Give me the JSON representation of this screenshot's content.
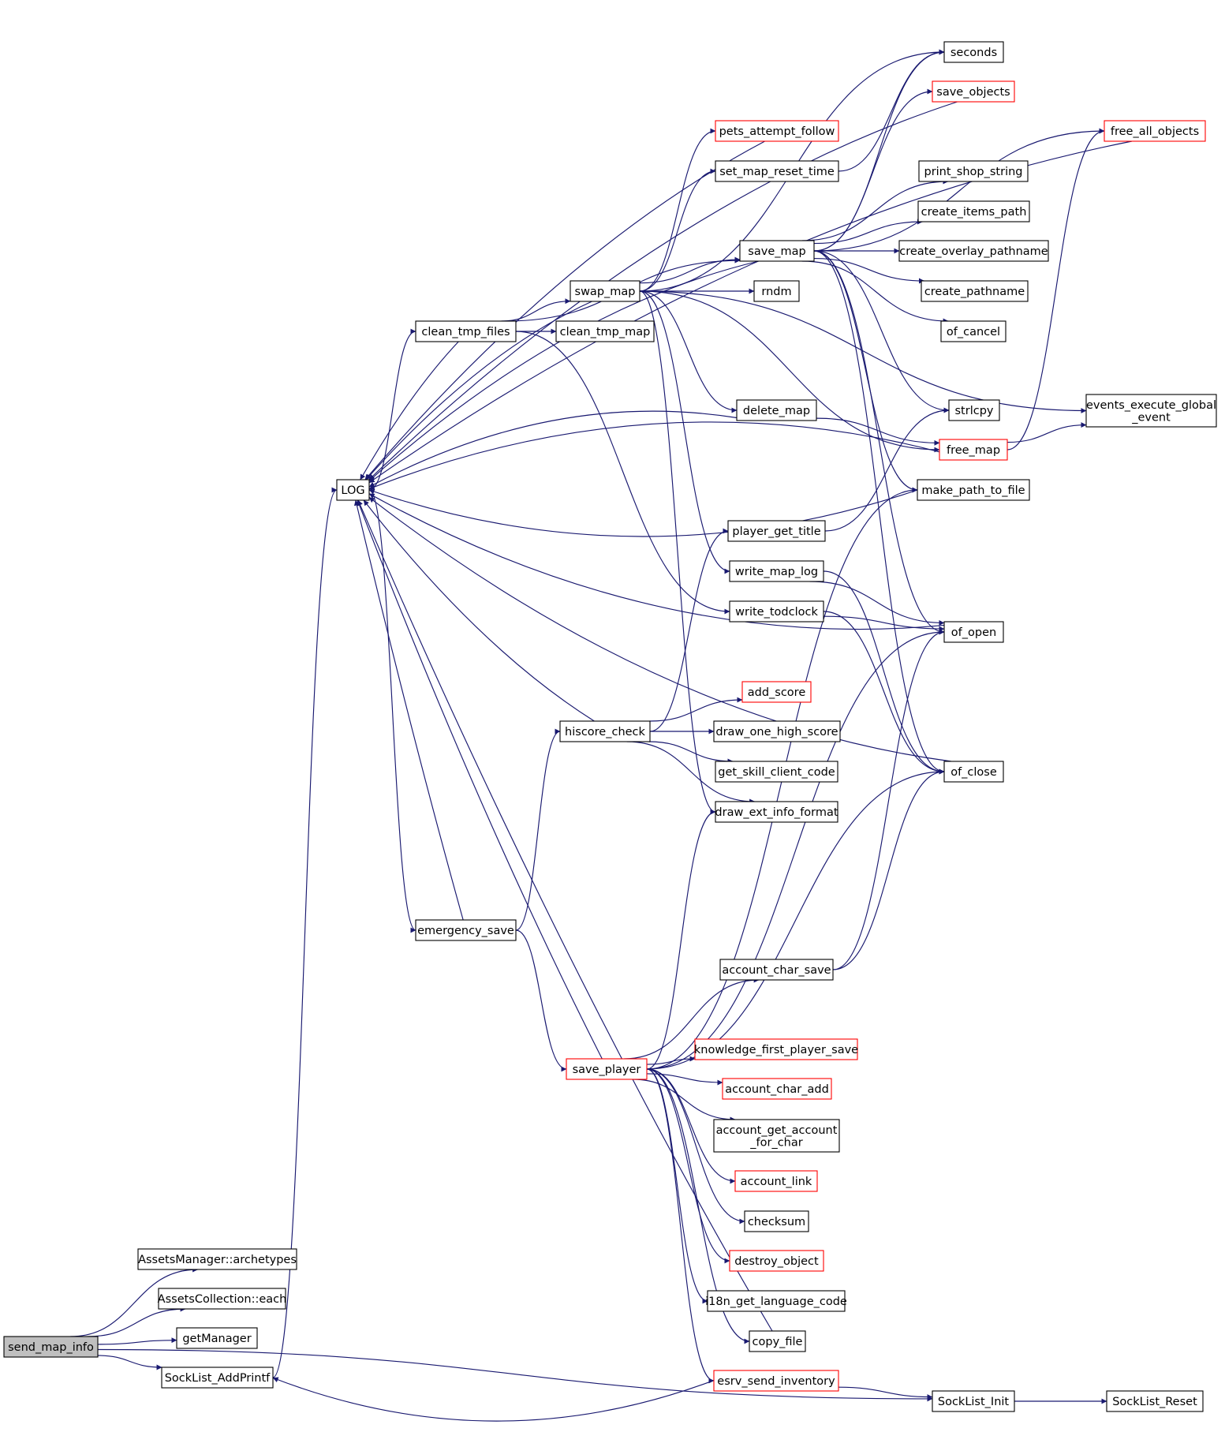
{
  "colors": {
    "edge": "#191970",
    "node_border": "#000000",
    "node_border_incomplete": "#ff0000",
    "node_fill": "#ffffff",
    "root_fill": "#bfbfbf",
    "text": "#000000"
  },
  "nodes": [
    {
      "id": "send_map_info",
      "lines": [
        "send_map_info"
      ],
      "style": "root"
    },
    {
      "id": "archetypes",
      "lines": [
        "AssetsManager::archetypes"
      ],
      "style": "normal"
    },
    {
      "id": "each",
      "lines": [
        "AssetsCollection::each"
      ],
      "style": "normal"
    },
    {
      "id": "getManager",
      "lines": [
        "getManager"
      ],
      "style": "normal"
    },
    {
      "id": "SockList_AddPrintf",
      "lines": [
        "SockList_AddPrintf"
      ],
      "style": "normal"
    },
    {
      "id": "LOG",
      "lines": [
        "LOG"
      ],
      "style": "normal"
    },
    {
      "id": "clean_tmp_files",
      "lines": [
        "clean_tmp_files"
      ],
      "style": "normal"
    },
    {
      "id": "emergency_save",
      "lines": [
        "emergency_save"
      ],
      "style": "normal"
    },
    {
      "id": "swap_map",
      "lines": [
        "swap_map"
      ],
      "style": "normal"
    },
    {
      "id": "clean_tmp_map",
      "lines": [
        "clean_tmp_map"
      ],
      "style": "normal"
    },
    {
      "id": "hiscore_check",
      "lines": [
        "hiscore_check"
      ],
      "style": "normal"
    },
    {
      "id": "save_player",
      "lines": [
        "save_player"
      ],
      "style": "incomplete"
    },
    {
      "id": "pets_attempt_follow",
      "lines": [
        "pets_attempt_follow"
      ],
      "style": "incomplete"
    },
    {
      "id": "set_map_reset_time",
      "lines": [
        "set_map_reset_time"
      ],
      "style": "normal"
    },
    {
      "id": "save_map",
      "lines": [
        "save_map"
      ],
      "style": "normal"
    },
    {
      "id": "rndm",
      "lines": [
        "rndm"
      ],
      "style": "normal"
    },
    {
      "id": "delete_map",
      "lines": [
        "delete_map"
      ],
      "style": "normal"
    },
    {
      "id": "player_get_title",
      "lines": [
        "player_get_title"
      ],
      "style": "normal"
    },
    {
      "id": "write_map_log",
      "lines": [
        "write_map_log"
      ],
      "style": "normal"
    },
    {
      "id": "write_todclock",
      "lines": [
        "write_todclock"
      ],
      "style": "normal"
    },
    {
      "id": "add_score",
      "lines": [
        "add_score"
      ],
      "style": "incomplete"
    },
    {
      "id": "draw_one_high_score",
      "lines": [
        "draw_one_high_score"
      ],
      "style": "normal"
    },
    {
      "id": "get_skill_client_code",
      "lines": [
        "get_skill_client_code"
      ],
      "style": "normal"
    },
    {
      "id": "draw_ext_info_format",
      "lines": [
        "draw_ext_info_format"
      ],
      "style": "normal"
    },
    {
      "id": "account_char_save",
      "lines": [
        "account_char_save"
      ],
      "style": "normal"
    },
    {
      "id": "knowledge_first_player_save",
      "lines": [
        "knowledge_first_player_save"
      ],
      "style": "incomplete"
    },
    {
      "id": "account_char_add",
      "lines": [
        "account_char_add"
      ],
      "style": "incomplete"
    },
    {
      "id": "account_get_account_for_char",
      "lines": [
        "account_get_account",
        "_for_char"
      ],
      "style": "normal"
    },
    {
      "id": "account_link",
      "lines": [
        "account_link"
      ],
      "style": "incomplete"
    },
    {
      "id": "checksum",
      "lines": [
        "checksum"
      ],
      "style": "normal"
    },
    {
      "id": "destroy_object",
      "lines": [
        "destroy_object"
      ],
      "style": "incomplete"
    },
    {
      "id": "i18n_get_language_code",
      "lines": [
        "i18n_get_language_code"
      ],
      "style": "normal"
    },
    {
      "id": "copy_file",
      "lines": [
        "copy_file"
      ],
      "style": "normal"
    },
    {
      "id": "esrv_send_inventory",
      "lines": [
        "esrv_send_inventory"
      ],
      "style": "incomplete"
    },
    {
      "id": "seconds",
      "lines": [
        "seconds"
      ],
      "style": "normal"
    },
    {
      "id": "save_objects",
      "lines": [
        "save_objects"
      ],
      "style": "incomplete"
    },
    {
      "id": "free_all_objects",
      "lines": [
        "free_all_objects"
      ],
      "style": "incomplete"
    },
    {
      "id": "print_shop_string",
      "lines": [
        "print_shop_string"
      ],
      "style": "normal"
    },
    {
      "id": "create_items_path",
      "lines": [
        "create_items_path"
      ],
      "style": "normal"
    },
    {
      "id": "create_overlay_pathname",
      "lines": [
        "create_overlay_pathname"
      ],
      "style": "normal"
    },
    {
      "id": "create_pathname",
      "lines": [
        "create_pathname"
      ],
      "style": "normal"
    },
    {
      "id": "of_cancel",
      "lines": [
        "of_cancel"
      ],
      "style": "normal"
    },
    {
      "id": "strlcpy",
      "lines": [
        "strlcpy"
      ],
      "style": "normal"
    },
    {
      "id": "events_execute_global_event",
      "lines": [
        "events_execute_global",
        "_event"
      ],
      "style": "normal"
    },
    {
      "id": "free_map",
      "lines": [
        "free_map"
      ],
      "style": "incomplete"
    },
    {
      "id": "make_path_to_file",
      "lines": [
        "make_path_to_file"
      ],
      "style": "normal"
    },
    {
      "id": "of_open",
      "lines": [
        "of_open"
      ],
      "style": "normal"
    },
    {
      "id": "of_close",
      "lines": [
        "of_close"
      ],
      "style": "normal"
    },
    {
      "id": "SockList_Init",
      "lines": [
        "SockList_Init"
      ],
      "style": "normal"
    },
    {
      "id": "SockList_Reset",
      "lines": [
        "SockList_Reset"
      ],
      "style": "normal"
    }
  ],
  "edges": [
    [
      "send_map_info",
      "archetypes"
    ],
    [
      "send_map_info",
      "each"
    ],
    [
      "send_map_info",
      "getManager"
    ],
    [
      "send_map_info",
      "SockList_AddPrintf"
    ],
    [
      "send_map_info",
      "SockList_Init"
    ],
    [
      "SockList_AddPrintf",
      "LOG"
    ],
    [
      "LOG",
      "clean_tmp_files"
    ],
    [
      "LOG",
      "emergency_save"
    ],
    [
      "clean_tmp_files",
      "swap_map"
    ],
    [
      "clean_tmp_files",
      "clean_tmp_map"
    ],
    [
      "clean_tmp_files",
      "LOG"
    ],
    [
      "clean_tmp_files",
      "save_map"
    ],
    [
      "clean_tmp_files",
      "write_todclock"
    ],
    [
      "swap_map",
      "LOG"
    ],
    [
      "swap_map",
      "pets_attempt_follow"
    ],
    [
      "swap_map",
      "set_map_reset_time"
    ],
    [
      "swap_map",
      "save_map"
    ],
    [
      "swap_map",
      "rndm"
    ],
    [
      "swap_map",
      "delete_map"
    ],
    [
      "swap_map",
      "write_map_log"
    ],
    [
      "swap_map",
      "free_map"
    ],
    [
      "swap_map",
      "events_execute_global_event"
    ],
    [
      "swap_map",
      "draw_ext_info_format"
    ],
    [
      "swap_map",
      "seconds"
    ],
    [
      "pets_attempt_follow",
      "LOG"
    ],
    [
      "set_map_reset_time",
      "seconds"
    ],
    [
      "save_map",
      "LOG"
    ],
    [
      "save_map",
      "seconds"
    ],
    [
      "save_map",
      "save_objects"
    ],
    [
      "save_map",
      "free_all_objects"
    ],
    [
      "save_map",
      "print_shop_string"
    ],
    [
      "save_map",
      "create_items_path"
    ],
    [
      "save_map",
      "create_overlay_pathname"
    ],
    [
      "save_map",
      "create_pathname"
    ],
    [
      "save_map",
      "of_cancel"
    ],
    [
      "save_map",
      "strlcpy"
    ],
    [
      "save_map",
      "make_path_to_file"
    ],
    [
      "save_map",
      "of_open"
    ],
    [
      "save_map",
      "of_close"
    ],
    [
      "save_objects",
      "LOG"
    ],
    [
      "free_all_objects",
      "LOG"
    ],
    [
      "delete_map",
      "LOG"
    ],
    [
      "delete_map",
      "free_map"
    ],
    [
      "free_map",
      "LOG"
    ],
    [
      "free_map",
      "free_all_objects"
    ],
    [
      "free_map",
      "events_execute_global_event"
    ],
    [
      "make_path_to_file",
      "LOG"
    ],
    [
      "player_get_title",
      "strlcpy"
    ],
    [
      "write_map_log",
      "of_open"
    ],
    [
      "write_map_log",
      "of_close"
    ],
    [
      "write_todclock",
      "of_open"
    ],
    [
      "write_todclock",
      "of_close"
    ],
    [
      "of_open",
      "LOG"
    ],
    [
      "of_close",
      "LOG"
    ],
    [
      "hiscore_check",
      "LOG"
    ],
    [
      "hiscore_check",
      "player_get_title"
    ],
    [
      "hiscore_check",
      "add_score"
    ],
    [
      "hiscore_check",
      "draw_one_high_score"
    ],
    [
      "hiscore_check",
      "get_skill_client_code"
    ],
    [
      "hiscore_check",
      "draw_ext_info_format"
    ],
    [
      "emergency_save",
      "LOG"
    ],
    [
      "emergency_save",
      "hiscore_check"
    ],
    [
      "emergency_save",
      "save_player"
    ],
    [
      "save_player",
      "LOG"
    ],
    [
      "save_player",
      "draw_ext_info_format"
    ],
    [
      "save_player",
      "make_path_to_file"
    ],
    [
      "save_player",
      "of_open"
    ],
    [
      "save_player",
      "of_close"
    ],
    [
      "save_player",
      "account_char_save"
    ],
    [
      "save_player",
      "knowledge_first_player_save"
    ],
    [
      "save_player",
      "account_char_add"
    ],
    [
      "save_player",
      "account_get_account_for_char"
    ],
    [
      "save_player",
      "account_link"
    ],
    [
      "save_player",
      "checksum"
    ],
    [
      "save_player",
      "destroy_object"
    ],
    [
      "save_player",
      "i18n_get_language_code"
    ],
    [
      "save_player",
      "copy_file"
    ],
    [
      "save_player",
      "esrv_send_inventory"
    ],
    [
      "account_char_save",
      "of_open"
    ],
    [
      "account_char_save",
      "of_close"
    ],
    [
      "copy_file",
      "LOG"
    ],
    [
      "esrv_send_inventory",
      "SockList_AddPrintf"
    ],
    [
      "esrv_send_inventory",
      "SockList_Init"
    ],
    [
      "SockList_Init",
      "SockList_Reset"
    ]
  ]
}
